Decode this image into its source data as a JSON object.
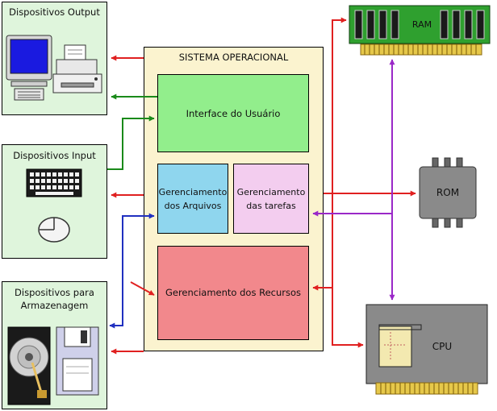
{
  "diagram": {
    "os": {
      "title": "SISTEMA OPERACIONAL",
      "interface": "Interface do Usuário",
      "files": [
        "Gerenciamento",
        "dos Arquivos"
      ],
      "tasks": [
        "Gerenciamento",
        "das tarefas"
      ],
      "resources": "Gerenciamento dos Recursos"
    },
    "devices": {
      "output": "Dispositivos Output",
      "input": "Dispositivos Input",
      "storage": [
        "Dispositivos para",
        "Armazenagem"
      ]
    },
    "hardware": {
      "ram": "RAM",
      "rom": "ROM",
      "cpu": "CPU"
    },
    "colors": {
      "red_arrow": "#e02020",
      "green_arrow": "#1a8a1a",
      "blue_arrow": "#2030c0",
      "purple_arrow": "#9a28c8",
      "os_background": "#fbf3cf",
      "device_background": "#dff5dc",
      "interface_box": "#92ee8c",
      "files_box": "#8fd6ee",
      "tasks_box": "#f3cdef",
      "resources_box": "#f2888c",
      "ram_board": "#2fa02f",
      "chip_gray": "#888888"
    }
  }
}
